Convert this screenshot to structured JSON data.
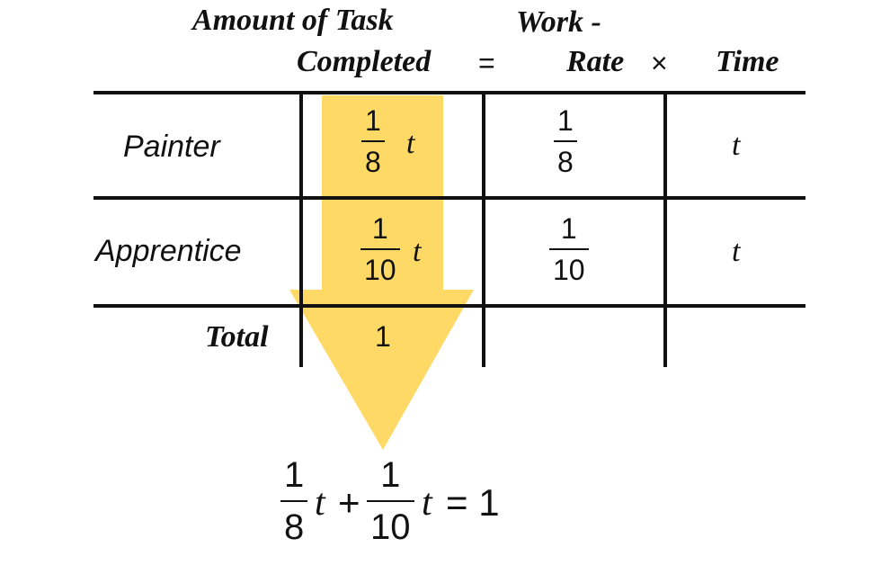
{
  "header": {
    "amount_line1": "Amount of Task",
    "amount_line2": "Completed",
    "equals": "=",
    "rate_line1": "Work -",
    "rate_line2": "Rate",
    "times": "×",
    "time": "Time"
  },
  "rows": [
    {
      "label": "Painter",
      "amount": {
        "num": "1",
        "den": "8",
        "var": "t"
      },
      "rate": {
        "num": "1",
        "den": "8"
      },
      "time": "t"
    },
    {
      "label": "Apprentice",
      "amount": {
        "num": "1",
        "den": "10",
        "var": "t"
      },
      "rate": {
        "num": "1",
        "den": "10"
      },
      "time": "t"
    }
  ],
  "total": {
    "label": "Total",
    "amount": "1"
  },
  "equation": {
    "term1": {
      "num": "1",
      "den": "8",
      "var": "t"
    },
    "plus": "+",
    "term2": {
      "num": "1",
      "den": "10",
      "var": "t"
    },
    "rhs": "= 1"
  },
  "colors": {
    "arrow": "#FFD966",
    "lines": "#111111"
  }
}
